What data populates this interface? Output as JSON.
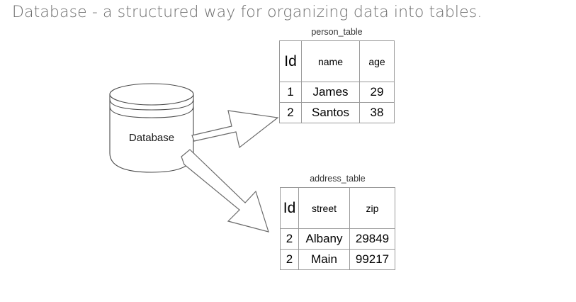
{
  "title": "Database - a structured way for organizing data into tables.",
  "diagram": {
    "cylinder_label": "Database",
    "arrow_one_name": "arrow-to-person-table",
    "arrow_two_name": "arrow-to-address-table"
  },
  "tables": [
    {
      "caption": "person_table",
      "columns": [
        "Id",
        "name",
        "age"
      ],
      "rows": [
        [
          "1",
          "James",
          "29"
        ],
        [
          "2",
          "Santos",
          "38"
        ]
      ]
    },
    {
      "caption": "address_table",
      "columns": [
        "Id",
        "street",
        "zip"
      ],
      "rows": [
        [
          "2",
          "Albany",
          "29849"
        ],
        [
          "2",
          "Main",
          "99217"
        ]
      ]
    }
  ],
  "colors": {
    "background": "#ffffff",
    "title_text": "#6e6e6e",
    "line": "#4a4a4a",
    "arrow_stroke": "#6a6a6a",
    "table_border": "#9a9a9a",
    "body_text": "#000000"
  }
}
